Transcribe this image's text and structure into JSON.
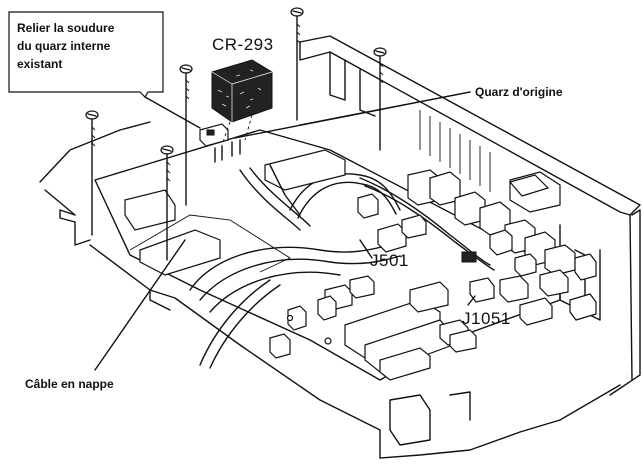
{
  "callouts": {
    "instruction_line1": "Relier la soudure",
    "instruction_line2": "du quarz interne",
    "instruction_line3": "existant",
    "cr293": "CR-293",
    "quartz_origin": "Quarz d'origine",
    "j501": "J501",
    "j1051": "J1051",
    "ribbon_cable": "Câble en nappe"
  },
  "colors": {
    "ink": "#111111",
    "paper": "#ffffff"
  }
}
